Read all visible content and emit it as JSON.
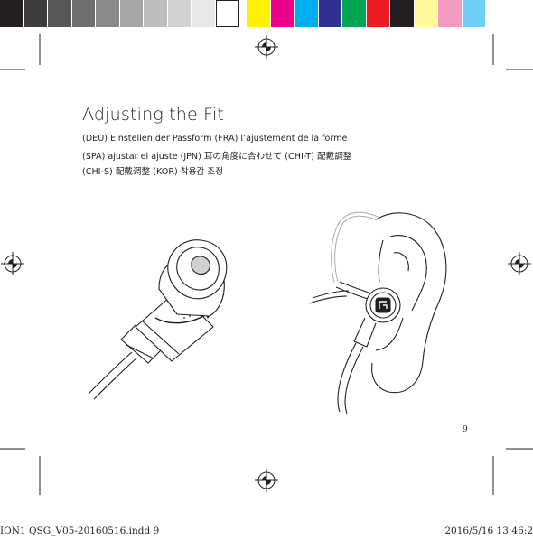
{
  "colors": {
    "swatches": [
      "#231f20",
      "#3d3b3c",
      "#58585a",
      "#6d6e70",
      "#888a8c",
      "#a4a5a7",
      "#bcbec0",
      "#d1d2d4",
      "#e6e7e8",
      "#ffffff",
      "gap",
      "#fff200",
      "#ec008c",
      "#00aeef",
      "#2e3192",
      "#00a651",
      "#ed1c24",
      "#231f20",
      "#fff799",
      "#f49ac1",
      "#6dcff6"
    ]
  },
  "page": {
    "title": "Adjusting the Fit",
    "subtitle_lines": [
      "(DEU) Einstellen der Passform    (FRA) l’ajustement de la forme",
      "(SPA) ajustar el ajuste    (JPN) 耳の角度に合わせて    (CHI-T) 配戴調整",
      "(CHI-S) 配戴调整    (KOR) 착용감 조정"
    ],
    "page_number": "9",
    "footer_left": "ION1 QSG_V05-20160516.indd   9",
    "footer_right": "2016/5/16   13:46:2"
  },
  "icons": {
    "registration_marks": [
      "registration-mark-icon"
    ],
    "illustrations": [
      "earbud-rotate-illustration",
      "ear-fit-illustration"
    ]
  }
}
